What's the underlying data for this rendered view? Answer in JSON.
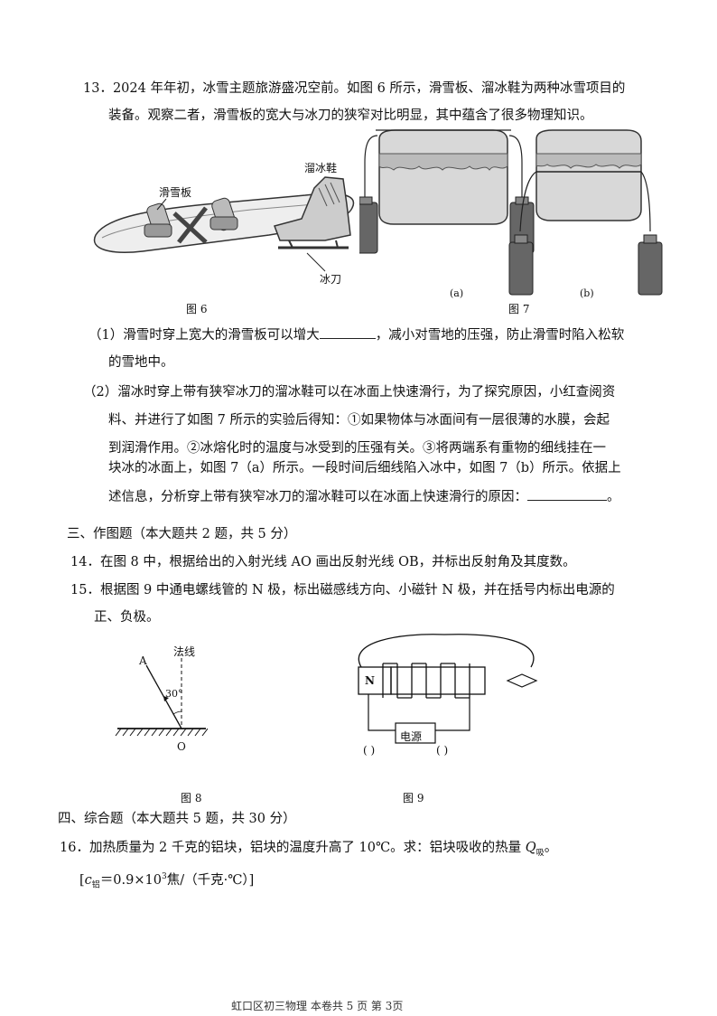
{
  "q13": {
    "line1": "13．2024 年年初，冰雪主题旅游盛况空前。如图 6 所示，滑雪板、溜冰鞋为两种冰雪项目的",
    "line2": "装备。观察二者，滑雪板的宽大与冰刀的狭窄对比明显，其中蕴含了很多物理知识。",
    "fig6": {
      "label_snowboard": "滑雪板",
      "label_skate": "溜冰鞋",
      "label_blade": "冰刀",
      "caption": "图 6"
    },
    "fig7": {
      "label_a": "(a)",
      "label_b": "(b)",
      "caption": "图 7"
    },
    "part1_a": "（1）滑雪时穿上宽大的滑雪板可以增大",
    "part1_b": "，减小对雪地的压强，防止滑雪时陷入松软",
    "part1_c": "的雪地中。",
    "part2_l1": "（2）溜冰时穿上带有狭窄冰刀的溜冰鞋可以在冰面上快速滑行，为了探究原因，小红查阅资",
    "part2_l2": "料、并进行了如图 7 所示的实验后得知：①如果物体与冰面间有一层很薄的水膜，会起",
    "part2_l3": "到润滑作用。②冰熔化时的温度与冰受到的压强有关。③将两端系有重物的细线挂在一",
    "part2_l4": "块冰的冰面上，如图 7（a）所示。一段时间后细线陷入冰中，如图 7（b）所示。依据上",
    "part2_l5a": "述信息，分析穿上带有狭窄冰刀的溜冰鞋可以在冰面上快速滑行的原因：",
    "part2_l5b": "。"
  },
  "section3": {
    "title": "三、作图题（本大题共 2 题，共 5 分）"
  },
  "q14": {
    "text": "14．在图 8 中，根据给出的入射光线 AO 画出反射光线 OB，并标出反射角及其度数。"
  },
  "q15": {
    "line1": "15．根据图 9 中通电螺线管的 N 极，标出磁感线方向、小磁针 N 极，并在括号内标出电源的",
    "line2": "正、负极。"
  },
  "fig8": {
    "label_A": "A",
    "label_normal": "法线",
    "label_angle": "30°",
    "label_O": "O",
    "caption": "图 8"
  },
  "fig9": {
    "label_N": "N",
    "label_power": "电源",
    "bracket_left": "(    )",
    "bracket_right": "(    )",
    "caption": "图 9"
  },
  "section4": {
    "title": "四、综合题（本大题共 5 题，共 30 分）"
  },
  "q16": {
    "line1_a": "16．加热质量为 2 千克的铝块，铝块的温度升高了 10℃。求：铝块吸收的热量 ",
    "q_symbol": "Q",
    "q_sub": "吸",
    "line1_end": "。",
    "formula_open": "[",
    "c_symbol": "c",
    "c_sub": "铝",
    "formula_eq": "＝0.9×10",
    "formula_exp": "3",
    "formula_unit": "焦/（千克·℃）]"
  },
  "footer": {
    "text": "虹口区初三物理    本卷共 5 页    第 3页"
  }
}
